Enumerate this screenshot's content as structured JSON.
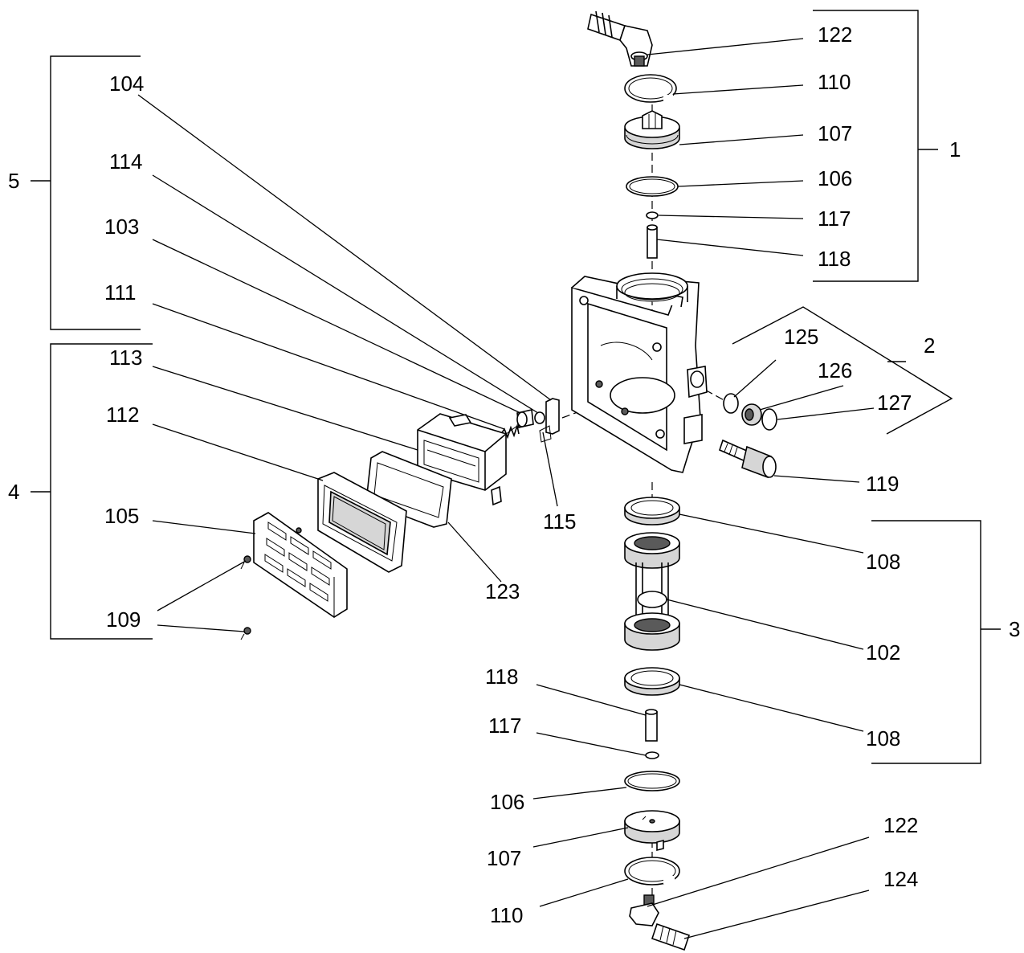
{
  "labels": {
    "l122a": "122",
    "l110a": "110",
    "l107a": "107",
    "l106a": "106",
    "l117a": "117",
    "l118a": "118",
    "l104": "104",
    "l114": "114",
    "l103": "103",
    "l111": "111",
    "l113": "113",
    "l112": "112",
    "l105": "105",
    "l109": "109",
    "l125": "125",
    "l126": "126",
    "l127": "127",
    "l119": "119",
    "l115": "115",
    "l123": "123",
    "l108a": "108",
    "l102": "102",
    "l108b": "108",
    "l118b": "118",
    "l117b": "117",
    "l106b": "106",
    "l107b": "107",
    "l110b": "110",
    "l122b": "122",
    "l124": "124"
  },
  "groups": {
    "g1": "1",
    "g2": "2",
    "g3": "3",
    "g4": "4",
    "g5": "5"
  }
}
